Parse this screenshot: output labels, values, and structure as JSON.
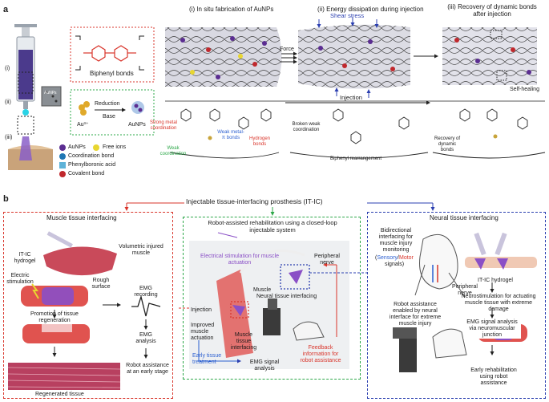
{
  "panel_a": {
    "letter": "a",
    "biphenyl_label": "Biphenyl bonds",
    "syringe_markers": [
      "(i)",
      "(ii)",
      "(iii)"
    ],
    "reduction_label": "Reduction",
    "base_label": "Base",
    "au_ion_label": "Au³⁺",
    "aunps_small_label": "AuNPs",
    "aunps_inset_label": "AuNPs",
    "legend": [
      {
        "label": "AuNPs",
        "color": "#5b2d91"
      },
      {
        "label": "Free ions",
        "color": "#e8d630"
      },
      {
        "label": "Coordination bond",
        "color": "#1f77b4"
      },
      {
        "label": "Phenylboronic acid",
        "color": "#5fb3d8"
      },
      {
        "label": "Covalent bond",
        "color": "#c0282d"
      }
    ],
    "stages": [
      {
        "title": "(i) In situ fabrication of AuNPs"
      },
      {
        "title": "(ii) Energy dissipation during injection"
      },
      {
        "title": "(iii) Recovery of dynamic bonds after injection"
      }
    ],
    "shear_stress": "Shear stress",
    "force": "Force",
    "self_healing": "Self-healing",
    "injection": "Injection",
    "chem": {
      "strong_metal": "Strong metal coordination",
      "weak_coord": "Weak coordination",
      "weak_metal_pi": "Weak metal-π bonds",
      "hydrogen_bonds": "Hydrogen bonds",
      "broken_weak": "Broken weak coordination",
      "biphenyl_rearrangement": "Biphenyl rearrangement",
      "recovery_dynamic": "Recovery of dynamic bonds"
    }
  },
  "panel_b": {
    "letter": "b",
    "title": "Injectable tissue-interfacing prosthesis (IT-IC)",
    "left": {
      "title": "Muscle tissue interfacing",
      "volumetric": "Volumetric injured muscle",
      "itic_hydrogel": "IT-IC hydrogel",
      "electric_stim": "Electric stimulation",
      "rough_surface": "Rough surface",
      "emg_recording": "EMG recording",
      "promotion": "Promotion of tissue regeneration",
      "emg_analysis": "EMG analysis",
      "robot_assistance": "Robot assistance at an early stage",
      "regenerated": "Regenerated tissue"
    },
    "center": {
      "title": "Robot-assisted rehabilitation using a closed-loop injectable system",
      "electrical_stim": "Electrical stimulation for muscle actuation",
      "peripheral_nerve": "Peripheral nerve",
      "muscle": "Muscle",
      "neural_interfacing": "Neural tissue interfacing",
      "injection": "Injection",
      "improved": "Improved muscle actuation",
      "muscle_tissue_interfacing": "Muscle tissue interfacing",
      "early_treatment": "Early tissue treatment",
      "emg_signal": "EMG signal analysis",
      "feedback": "Feedback information for robot assistance"
    },
    "right": {
      "title": "Neural tissue interfacing",
      "bidirectional": "Bidirectional interfacing for muscle injury monitoring",
      "sensory": "Sensory",
      "slash": "/",
      "motor": "Motor",
      "signals": "signals)",
      "open_paren": "(",
      "peripheral_nerve": "Peripheral nerve",
      "itic_hydrogel": "IT-IC hydrogel",
      "neurostim": "Neurostimulation for actuating muscle tissue with extreme damage",
      "emg_nmj": "EMG signal analysis via neuromuscular junction",
      "robot_neural": "Robot assistance enabled by neural interface for extreme muscle injury",
      "early_rehab": "Early rehabilitation using robot assistance"
    },
    "colors": {
      "left_border": "#d9352b",
      "center_border": "#2ea84a",
      "right_border": "#2b3fb0",
      "hydrogel_purple": "#8a4fc6",
      "muscle_red": "#e0534f",
      "sensory_blue": "#2b5fd0",
      "motor_red": "#d9352b"
    }
  }
}
